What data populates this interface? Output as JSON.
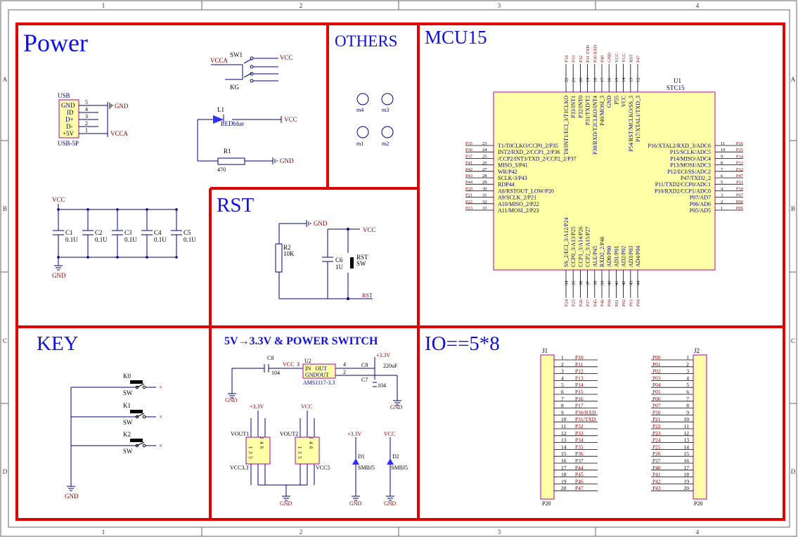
{
  "frame": {
    "cols_top": [
      "1",
      "2",
      "3",
      "4"
    ],
    "cols_bottom": [
      "1",
      "2",
      "3",
      "4"
    ],
    "rows_left": [
      "A",
      "B",
      "C",
      "D"
    ],
    "rows_right": [
      "A",
      "B",
      "C",
      "D"
    ]
  },
  "sections": {
    "power": "Power",
    "others": "OTHERS",
    "mcu": "MCU15",
    "rst": "RST",
    "key": "KEY",
    "psw": "5V→3.3V & POWER SWITCH",
    "io": "IO==5*8"
  },
  "power": {
    "sw1": "SW1",
    "vcc_a": "VCCA",
    "vcc_1": "VCC",
    "kg": "KG",
    "usb_title": "USB",
    "usb_pins": [
      "GND",
      "ID",
      "D+",
      "D-",
      "+5V"
    ],
    "usb_nums": [
      "5",
      "4",
      "3",
      "2",
      "1"
    ],
    "usb_part": "USB-5P",
    "gnd_1": "GND",
    "vcca_out": "VCCA",
    "l1": "L1",
    "led": "LEDblue",
    "vcc_led": "VCC",
    "r1": "R1",
    "r1_val": "470",
    "gnd_r1": "GND",
    "vcc_caps": "VCC",
    "gnd_caps": "GND",
    "caps": [
      {
        "name": "C1",
        "val": "0.1U"
      },
      {
        "name": "C2",
        "val": "0.1U"
      },
      {
        "name": "C3",
        "val": "0.1U"
      },
      {
        "name": "C4",
        "val": "0.1U"
      },
      {
        "name": "C5",
        "val": "0.1U"
      }
    ]
  },
  "others": {
    "m4": "m4",
    "m3": "m3",
    "m1": "m1",
    "m2": "m2"
  },
  "rst": {
    "gnd": "GND",
    "vcc": "VCC",
    "r2": "R2",
    "r2_val": "10K",
    "c6": "C6",
    "c6_val": "1U",
    "sw_name": "RST",
    "sw_type": "SW",
    "net": "RST"
  },
  "mcu": {
    "u1": "U1",
    "part": "STC15",
    "left_nets": [
      "P35",
      "P36",
      "P37",
      "P41",
      "P42",
      "P43",
      "P44",
      "P20",
      "P21",
      "P22",
      "P23"
    ],
    "left_nums": [
      "23",
      "24",
      "25",
      "26",
      "27",
      "28",
      "29",
      "30",
      "31",
      "32",
      "33"
    ],
    "left_labels": [
      "T1/T0CLKO/CCP0_2/P35",
      "INT2/RXD_2/CCP1_2/P36",
      "/CCP2/INT3/TXD_2/CCP2_2/P37",
      "MISO_3/P41",
      "WR/P42",
      "SCLK-3/P43",
      "RDP44",
      "A8/RSTOUT_LOW/P20",
      "A9/SCLK_2/P21",
      "A10/MISO_2/P22",
      "A11/MOSI_2/P23"
    ],
    "right_nets": [
      "P16",
      "P15",
      "P14",
      "P13",
      "P12",
      "P47",
      "P11",
      "P10",
      "P07",
      "P06",
      "P05"
    ],
    "right_nums": [
      "11",
      "10",
      "9",
      "8",
      "7",
      "6",
      "5",
      "4",
      "3",
      "2",
      "1"
    ],
    "right_labels": [
      "P16/XTAL2/RXD_3/ADC6",
      "P15/SCLK/ADC5",
      "P14/MISO/ADC4",
      "P13/MOSI/ADC3",
      "P12/ECI/SS/ADC2",
      "P47/TXD2_2",
      "P11/TXD2/CCP0/ADC1",
      "P10/RXD2/CCP1/ADC0",
      "P07/AD7",
      "P06/AD6",
      "P05/AD5"
    ],
    "top_nets": [
      "P34",
      "P33",
      "P32",
      "P31 TXD",
      "P30 RXD",
      "P40",
      "GND",
      "VCC",
      "VCC",
      "RST",
      "P47"
    ],
    "top_nums": [
      "22",
      "21",
      "20",
      "19",
      "18",
      "17",
      "16",
      "15",
      "14",
      "13",
      "12"
    ],
    "top_labels": [
      "T0/INT1/ECI_3/T1CLKO",
      "P33/INT1",
      "P32/INT0",
      "P31/TXD/T2",
      "P30/RXD/T2CLKO/INT4",
      "P40/MOSI_3",
      "GND",
      "P55",
      "VCC",
      "P54/RST/MCLKO/SS_3",
      "P17/XTAL1/TXD_3"
    ],
    "bottom_labels": [
      "SS_2/ECI_3/A12/P24",
      "CCP0_3/A13/P25",
      "CCP1_3/A14/P26",
      "CCP2_3/A15/P27",
      "ALE/P45",
      "RXD2_2/P46",
      "AD0/P00",
      "AD1/P01",
      "AD2/P02",
      "AD3/P03",
      "AD4/P04"
    ],
    "bottom_nums": [
      "34",
      "35",
      "36",
      "37",
      "38",
      "39",
      "40",
      "41",
      "42",
      "43",
      "44"
    ],
    "bottom_nets": [
      "P24",
      "P25",
      "P26",
      "P27",
      "P45",
      "P46",
      "P00",
      "P01",
      "P02",
      "P03",
      "P04"
    ]
  },
  "key": {
    "keys": [
      {
        "name": "K0",
        "type": "SW"
      },
      {
        "name": "K1",
        "type": "SW"
      },
      {
        "name": "K2",
        "type": "SW"
      }
    ],
    "gnd": "GND"
  },
  "psw": {
    "c8": "C8",
    "c8_val": "104",
    "vcc_in": "VCC",
    "pin3": "3",
    "u2": "U2",
    "u2_pins": "IN   OUT",
    "u2_pins2": "GNDOUT",
    "u2_part": "AMS1117-3.3",
    "pin4": "4",
    "pin2": "2",
    "v33_out": "+3.3V",
    "c9": "C9",
    "c9_val": "220uF",
    "c7": "C7",
    "c7_val": "104",
    "gnd_l": "GND",
    "gnd_r": "GND",
    "p33_a": "+3.3V",
    "vcc_b": "VCC",
    "vout1": "VOUT1",
    "vout2": "VOUT2",
    "vcc33": "VCC3.3",
    "vcc5": "VCC5",
    "sw_pins_top": "2  4  6",
    "sw_pins_bot": "1  3  5",
    "gnd_sw": "GND",
    "d1_v": "+3.3V",
    "d1": "D1",
    "d1_part": "SMBJ5",
    "gnd_d1": "GND",
    "d2_v": "VCC",
    "d2": "D2",
    "d2_part": "SMBJ5",
    "gnd_d2": "GND"
  },
  "io": {
    "j1": "J1",
    "j1_foot": "P20",
    "j2": "J2",
    "j2_foot": "P20",
    "j1_nets": [
      "P10",
      "P11",
      "P12",
      "P13",
      "P14",
      "P15",
      "P16",
      "P17",
      "P30/RXD",
      "P31/TXD",
      "P32",
      "P33",
      "P34",
      "P35",
      "P36",
      "P37",
      "P44",
      "P45",
      "P46",
      "P47"
    ],
    "j2_nets": [
      "P00",
      "P01",
      "P02",
      "P03",
      "P04",
      "P05",
      "P06",
      "P07",
      "P20",
      "P21",
      "P22",
      "P23",
      "P24",
      "P25",
      "P26",
      "P27",
      "P40",
      "P41",
      "P42",
      "P43"
    ],
    "nums": [
      "1",
      "2",
      "3",
      "4",
      "5",
      "6",
      "7",
      "8",
      "9",
      "10",
      "11",
      "12",
      "13",
      "14",
      "15",
      "16",
      "17",
      "18",
      "19",
      "20"
    ]
  }
}
